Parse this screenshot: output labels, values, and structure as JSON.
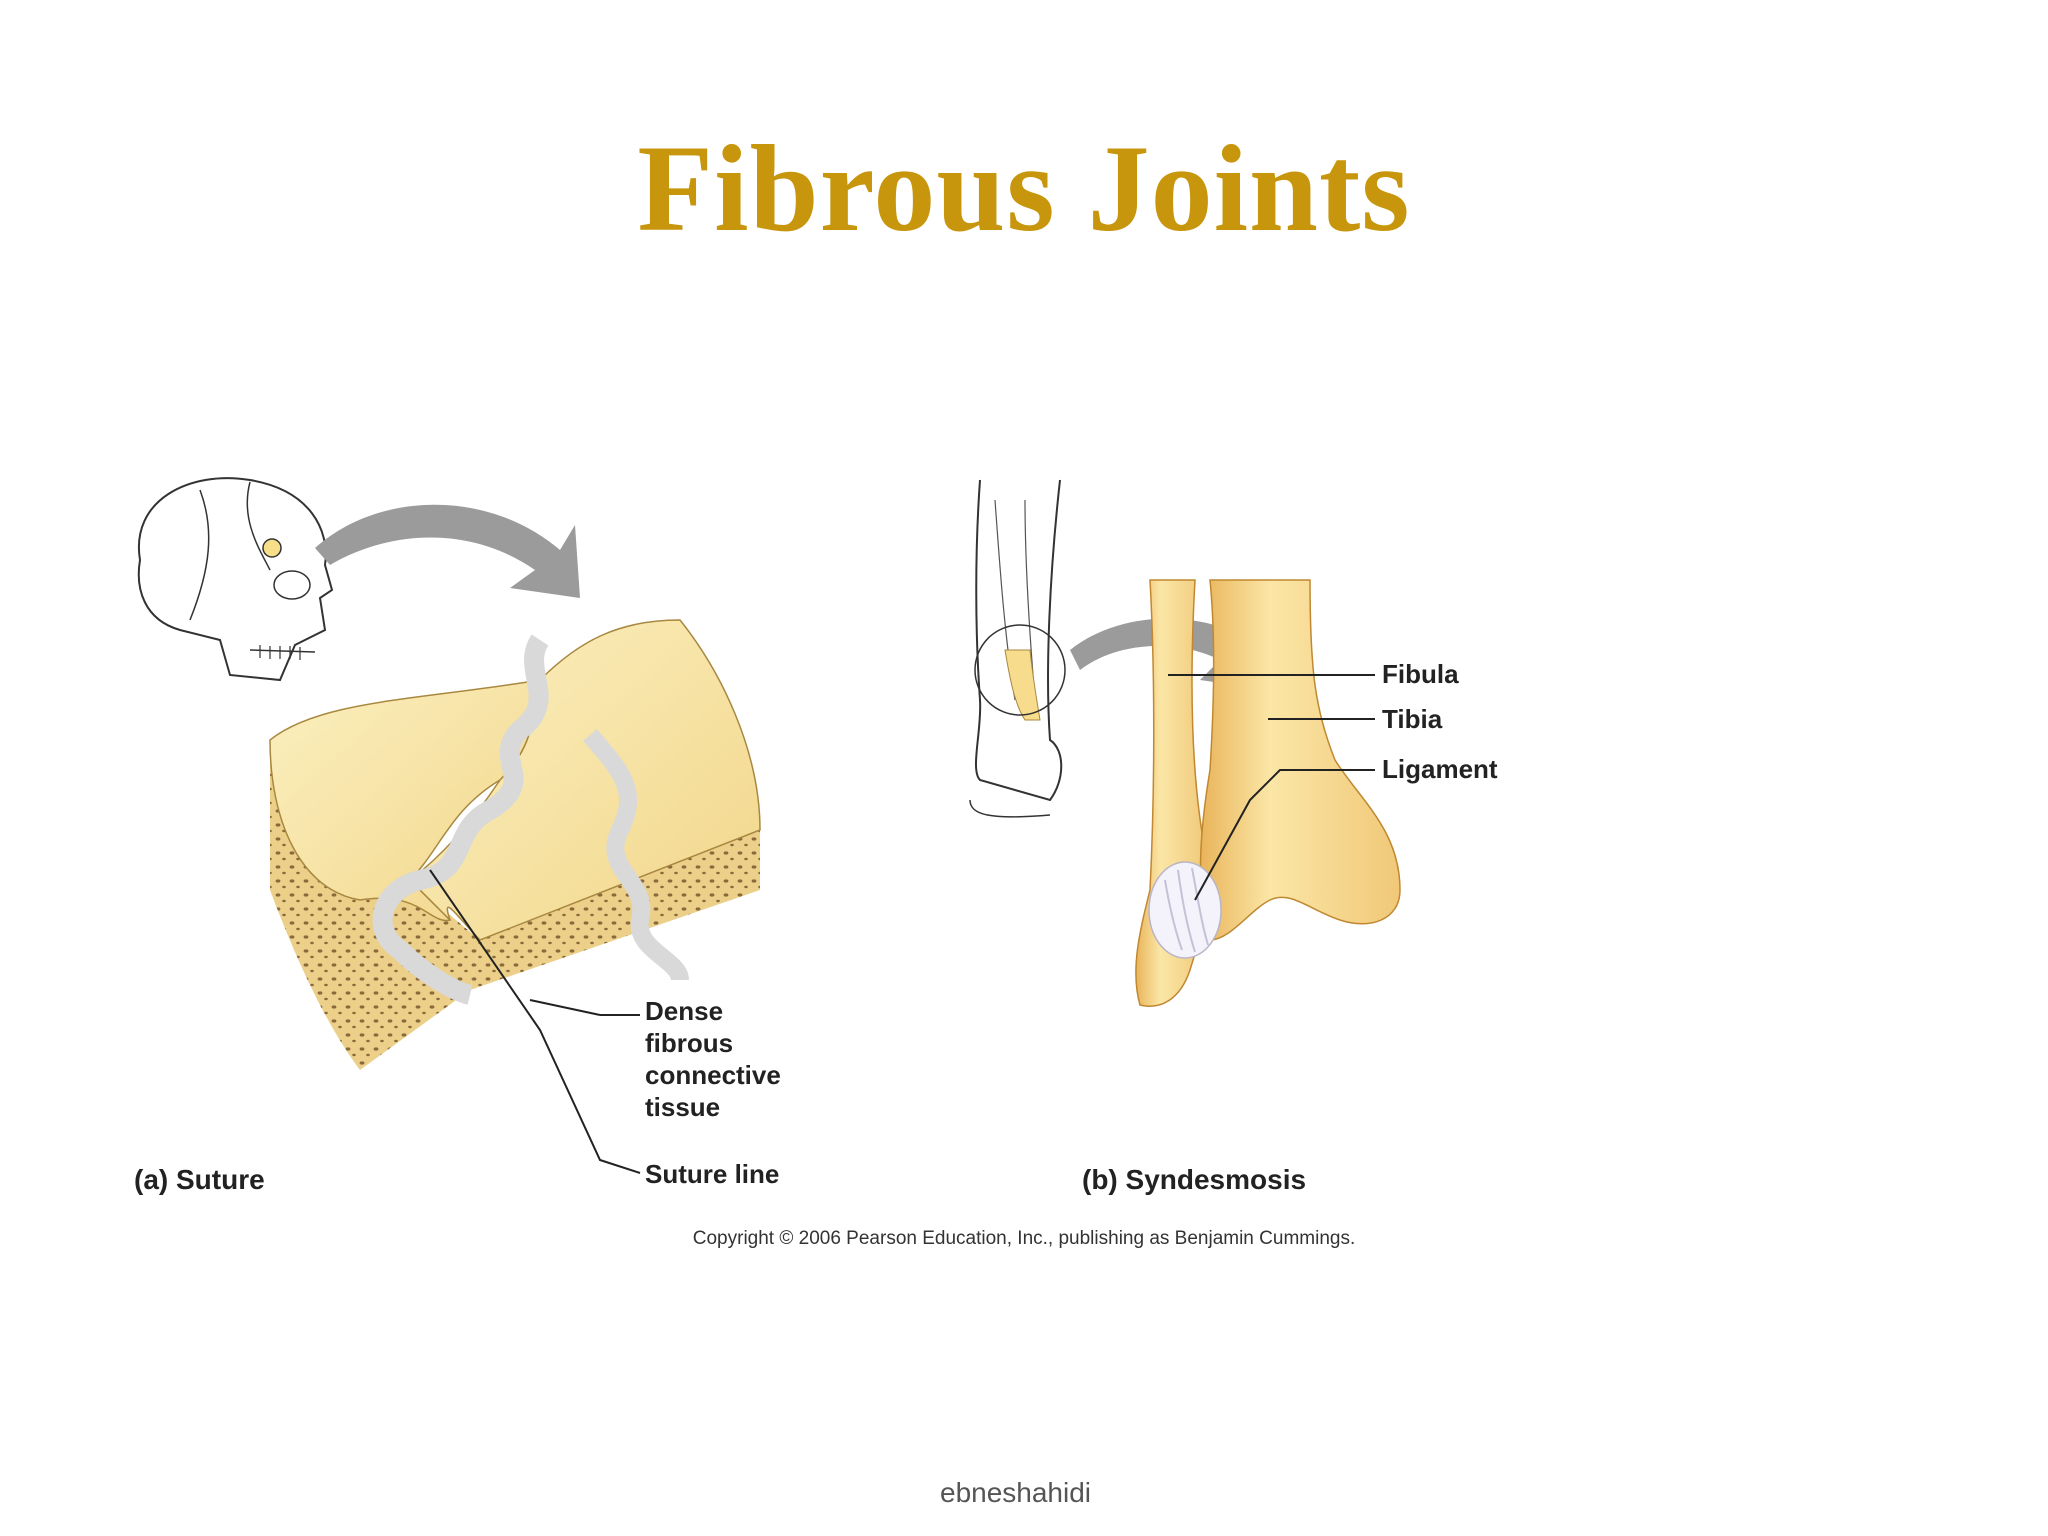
{
  "slide": {
    "title": "Fibrous Joints",
    "footer_text": "ebneshahidi"
  },
  "figure": {
    "panel_a": {
      "label": "(a) Suture",
      "callouts": {
        "dense": [
          "Dense",
          "fibrous",
          "connective",
          "tissue"
        ],
        "suture_line": "Suture line"
      }
    },
    "panel_b": {
      "label": "(b) Syndesmosis",
      "callouts": {
        "fibula": "Fibula",
        "tibia": "Tibia",
        "ligament": "Ligament"
      }
    },
    "copyright": "Copyright © 2006 Pearson Education, Inc., publishing as Benjamin Cummings."
  },
  "colors": {
    "title": "#c8960c",
    "bone": "#f6dc8c",
    "bone_dark": "#e8b95a",
    "arrow": "#9b9b9b",
    "suture": "#d9d9d9"
  }
}
